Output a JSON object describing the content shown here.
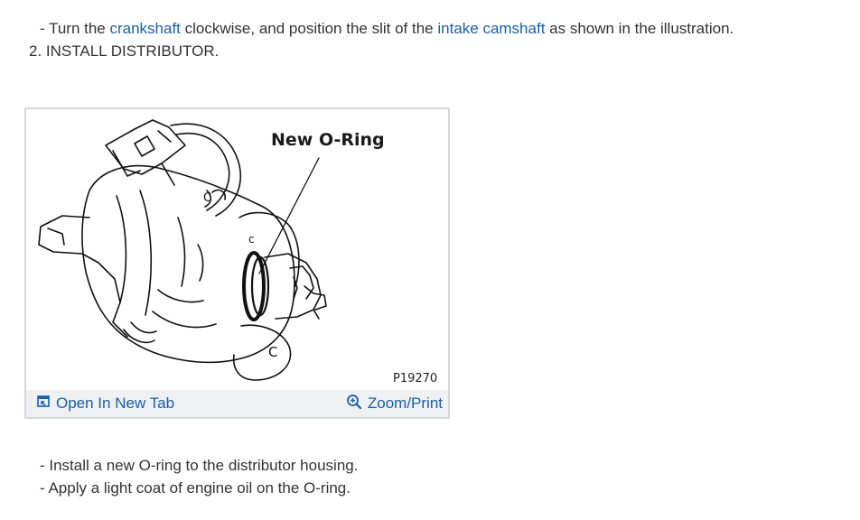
{
  "instructions": {
    "line1": {
      "prefix": "- Turn the ",
      "link1": "crankshaft",
      "middle": " clockwise, and position the slit of the ",
      "link2": "intake camshaft",
      "suffix": " as shown in the illustration."
    },
    "step_heading": "2. INSTALL DISTRIBUTOR.",
    "notes": [
      "- Install a new O-ring to the distributor housing.",
      "- Apply a light coat of engine oil on the O-ring."
    ]
  },
  "figure": {
    "callout": "New O-Ring",
    "code": "P19270",
    "open_tab_label": "Open In New Tab",
    "zoom_label": "Zoom/Print",
    "open_tab_icon": "open-in-new-tab-icon",
    "zoom_icon": "magnifier-plus-icon",
    "link_color": "#1a5fa6",
    "toolbar_bg": "#eef0f2",
    "border_color": "#d4d7db"
  }
}
